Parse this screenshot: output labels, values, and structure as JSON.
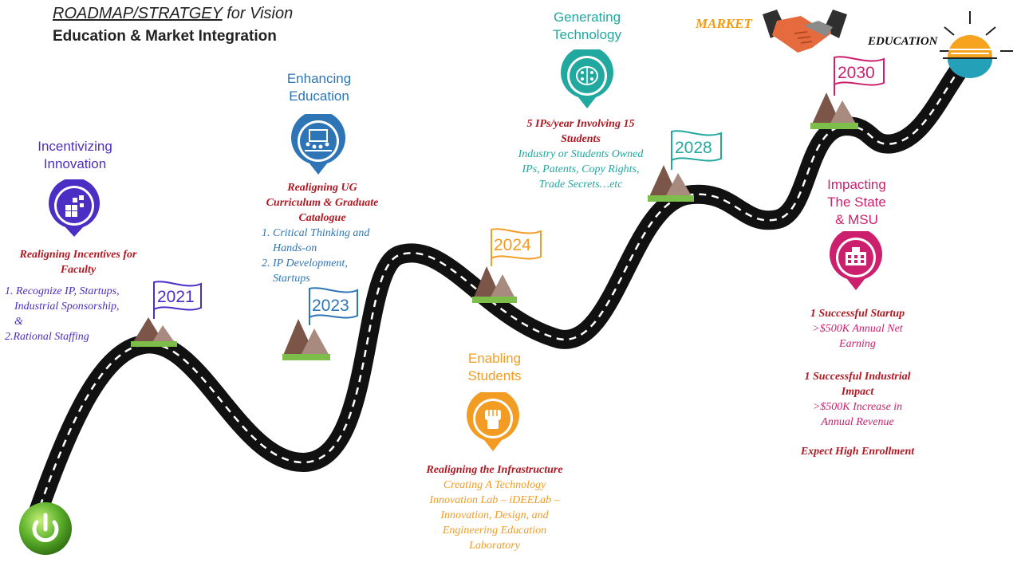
{
  "title": {
    "line1_underlined": "ROADMAP/STRATGEY",
    "line1_rest": " for Vision",
    "line2": "Education & Market Integration"
  },
  "corner_labels": {
    "market": "MARKET",
    "education": "EDUCATION"
  },
  "years": [
    "2021",
    "2023",
    "2024",
    "2028",
    "2030"
  ],
  "stages": {
    "incentivizing": {
      "title_line1": "Incentivizing",
      "title_line2": "Innovation",
      "heading_line1": "Realigning Incentives for",
      "heading_line2": "Faculty",
      "items": [
        "1. Recognize IP, Startups,",
        "Industrial Sponsorship,",
        "&",
        "2.Rational Staffing"
      ],
      "color": "#4b2ec4"
    },
    "enhancing": {
      "title_line1": "Enhancing",
      "title_line2": "Education",
      "heading_lines": [
        "Realigning UG",
        "Curriculum & Graduate",
        "Catalogue"
      ],
      "list": [
        "Critical Thinking and Hands-on",
        "IP Development, Startups"
      ],
      "color": "#2e75b6"
    },
    "enabling": {
      "title_line1": "Enabling",
      "title_line2": "Students",
      "heading": "Realigning the Infrastructure",
      "lines": [
        "Creating A Technology",
        "Innovation Lab – iDEELab –",
        "Innovation, Design, and",
        "Engineering Education",
        "Laboratory"
      ],
      "color": "#f39c24"
    },
    "generating": {
      "title_line1": "Generating",
      "title_line2": "Technology",
      "heading_line1": "5 IPs/year Involving 15",
      "heading_line2": "Students",
      "lines": [
        "Industry or Students Owned",
        "IPs, Patents, Copy Rights,",
        "Trade Secrets…etc"
      ],
      "color": "#21a89f"
    },
    "impacting": {
      "title_line1": "Impacting",
      "title_line2": "The State",
      "title_line3": "& MSU",
      "heading1": "1 Successful Startup",
      "sub1_line1": ">$500K Annual Net",
      "sub1_line2": "Earning",
      "heading2_line1": "1 Successful Industrial",
      "heading2_line2": "Impact",
      "sub2_line1": ">$500K Increase in",
      "sub2_line2": "Annual Revenue",
      "heading3": "Expect High Enrollment",
      "color": "#cc1f6d"
    }
  },
  "icons": {
    "power": "power-icon",
    "incentivizing": "puzzle-pieces-icon",
    "enhancing": "presentation-board-icon",
    "enabling": "raised-fist-icon",
    "generating": "brain-circuit-icon",
    "impacting": "building-icon",
    "market": "handshake-icon",
    "education": "sunrise-icon"
  },
  "colors": {
    "road": "#111111",
    "road_dash": "#ffffff",
    "title_heading_red": "#b01822",
    "market_orange": "#f39c12"
  }
}
